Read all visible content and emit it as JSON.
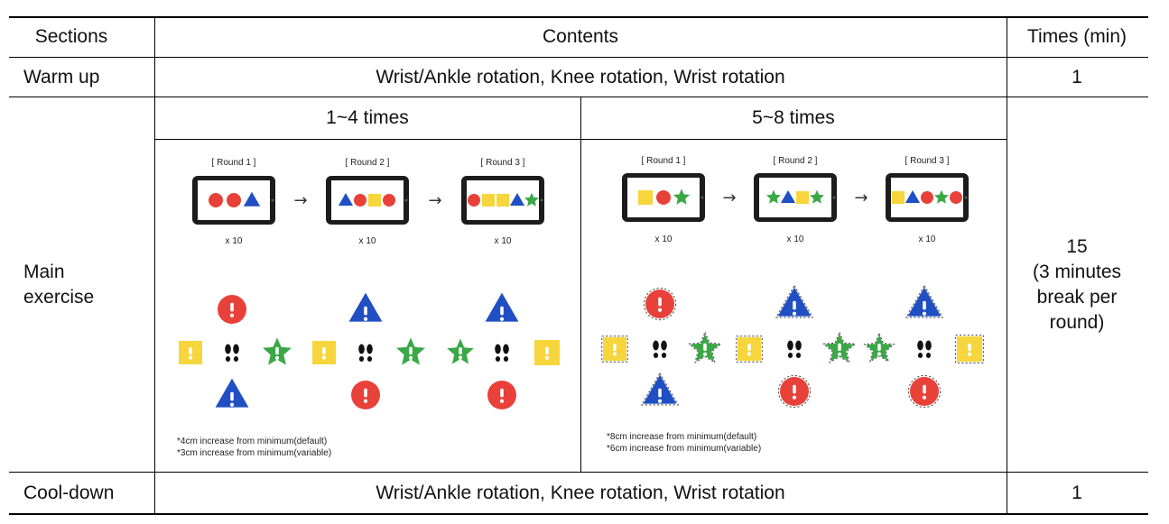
{
  "header": {
    "sections": "Sections",
    "contents": "Contents",
    "times": "Times (min)"
  },
  "warmup": {
    "section": "Warm up",
    "contents": "Wrist/Ankle rotation, Knee rotation, Wrist rotation",
    "time": "1"
  },
  "main": {
    "section_line1": "Main",
    "section_line2": "exercise",
    "col1_title": "1~4 times",
    "col2_title": "5~8 times",
    "time_line1": "15",
    "time_line2": "(3 minutes",
    "time_line3": "break per",
    "time_line4": "round)",
    "left_panel": {
      "rounds": [
        "[ Round 1 ]",
        "[ Round 2 ]",
        "[ Round 3 ]"
      ],
      "reps": [
        "x 10",
        "x 10",
        "x 10"
      ],
      "arrow": "→",
      "note1": "*4cm increase from minimum(default)",
      "note2": "*3cm increase from minimum(variable)"
    },
    "right_panel": {
      "rounds": [
        "[ Round 1 ]",
        "[ Round 2 ]",
        "[ Round 3 ]"
      ],
      "reps": [
        "x 10",
        "x 10",
        "x 10"
      ],
      "arrow": "→",
      "note1": "*8cm increase from minimum(default)",
      "note2": "*6cm increase from minimum(variable)"
    },
    "mark_symbol": "!"
  },
  "cooldown": {
    "section": "Cool-down",
    "contents": "Wrist/Ankle rotation, Knee rotation, Wrist rotation",
    "time": "1"
  },
  "colors": {
    "red": "#e8413a",
    "blue": "#1f4fc2",
    "yellow": "#f6d63c",
    "green": "#39a845",
    "tablet": "#1c1c1c"
  }
}
